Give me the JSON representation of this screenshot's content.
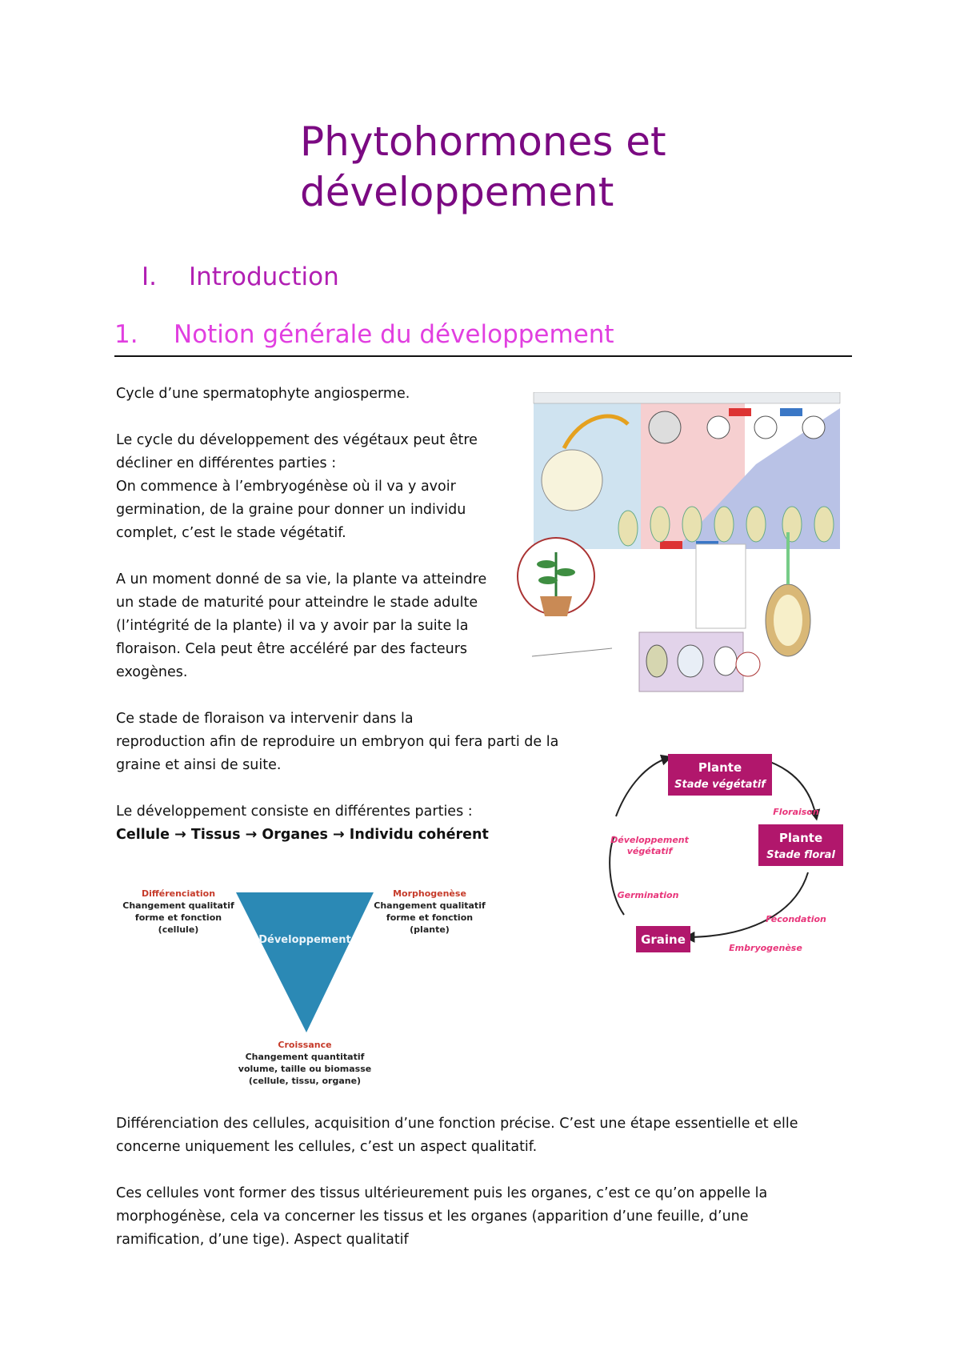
{
  "document": {
    "title_line1": "Phytohormones et",
    "title_line2": "développement",
    "section": {
      "number": "I.",
      "text": "Introduction"
    },
    "subsection": {
      "number": "1.",
      "text": "Notion générale du développement"
    },
    "paragraphs": {
      "cycle": "Cycle d’une spermatophyte angiosperme.",
      "intro_l1": "Le cycle du développement des végétaux peut être",
      "intro_l2": "décliner en différentes parties :",
      "intro_l3": "On commence à l’embryogénèse où il va y avoir",
      "intro_l4": "germination, de la graine pour donner un individu",
      "intro_l5": "complet, c’est le stade végétatif.",
      "mat_l1": "A un moment donné de sa vie, la plante va atteindre",
      "mat_l2": "un stade de maturité pour atteindre le stade adulte",
      "mat_l3": "(l’intégrité de la plante) il va y avoir par la suite la",
      "mat_l4": "floraison. Cela peut être accéléré par des facteurs",
      "mat_l5": "exogènes.",
      "flo_l1": "Ce stade de floraison va intervenir dans la",
      "flo_l2": "reproduction afin de reproduire un embryon qui fera parti de la",
      "flo_l3": "graine et ainsi de suite.",
      "dev_l1": "Le développement consiste en différentes parties :",
      "dev_l2": "Cellule → Tissus → Organes → Individu cohérent",
      "diff_l1": "Différenciation des cellules, acquisition d’une fonction précise. C’est une étape essentielle et elle",
      "diff_l2": "concerne uniquement les cellules, c’est un aspect qualitatif.",
      "morph_l1": "Ces cellules vont former des tissus ultérieurement puis les organes, c’est ce qu’on appelle la",
      "morph_l2": "morphogénèse, cela va concerner les tissus et les organes (apparition d’une feuille, d’une",
      "morph_l3": "ramification, d’une tige). Aspect qualitatif"
    },
    "cycle_diagram": {
      "plante_vegetatif_1": "Plante",
      "plante_vegetatif_2": "Stade végétatif",
      "plante_floral_1": "Plante",
      "plante_floral_2": "Stade floral",
      "graine": "Graine",
      "floraison": "Floraison",
      "fecondation": "Fécondation",
      "embryogenese": "Embryogenèse",
      "germination": "Germination",
      "dev_veg_1": "Développement",
      "dev_veg_2": "végétatif"
    },
    "triangle_diagram": {
      "center": "Développement",
      "left_title": "Différenciation",
      "left_l1": "Changement qualitatif",
      "left_l2": "forme et fonction",
      "left_l3": "(cellule)",
      "right_title": "Morphogenèse",
      "right_l1": "Changement qualitatif",
      "right_l2": "forme et fonction",
      "right_l3": "(plante)",
      "bottom_title": "Croissance",
      "bottom_l1": "Changement quantitatif",
      "bottom_l2": "volume, taille ou biomasse",
      "bottom_l3": "(cellule, tissu, organe)"
    },
    "colors": {
      "title": "#7b0a82",
      "section": "#b11fb3",
      "subsection": "#e13fe0",
      "cycle_box": "#b1176c",
      "cycle_label": "#e8357a",
      "triangle": "#2b89b5",
      "triangle_label": "#c63b2a"
    }
  }
}
